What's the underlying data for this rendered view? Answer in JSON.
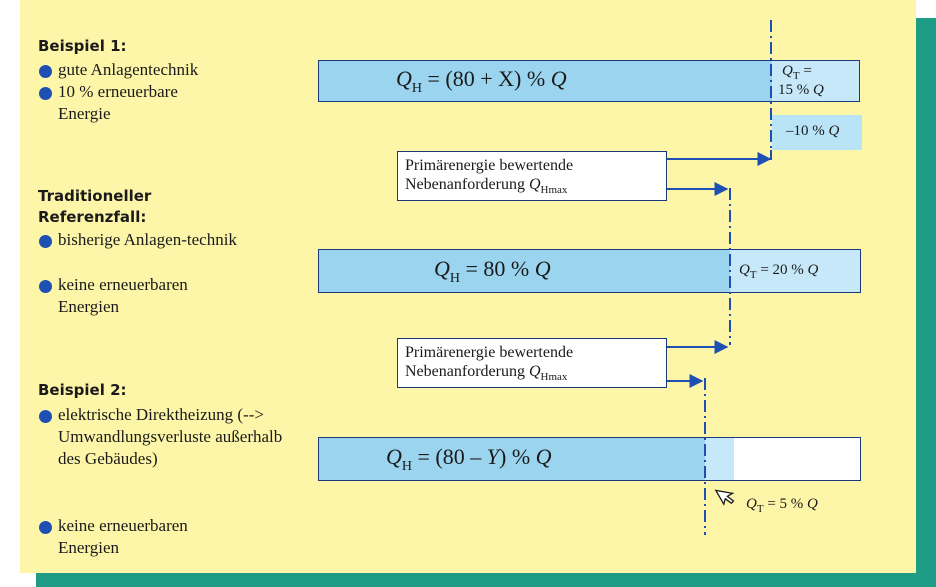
{
  "sections": [
    {
      "title": "Beispiel 1:",
      "items": [
        "gute Anlagentechnik",
        "10 % erneuerbare Energie"
      ]
    },
    {
      "title": "Traditioneller Referenzfall:",
      "items": [
        "bisherige Anlagen-technik",
        "keine erneuerbaren Energien"
      ]
    },
    {
      "title": "Beispiel 2:",
      "items": [
        "elektrische Direktheizung (--> Umwandlungsverluste außerhalb des Gebäudes)",
        "keine erneuerbaren Energien"
      ]
    }
  ],
  "bars": [
    {
      "q_sym": "Q",
      "q_sub": "H",
      "expr": " = (80 + X) % ",
      "q_end": "Q",
      "t_sym": "Q",
      "t_sub": "T",
      "t_eq": " =",
      "t_line2": "15 % ",
      "t_q": "Q",
      "renewable_text": "–10 % ",
      "renewable_q": "Q"
    },
    {
      "q_sym": "Q",
      "q_sub": "H",
      "expr": " = 80  %  ",
      "q_end": "Q",
      "t_sym": "Q",
      "t_sub": "T",
      "t_eq": " = 20 % ",
      "t_q": "Q"
    },
    {
      "q_sym": "Q",
      "q_sub": "H",
      "expr": " = (80 – ",
      "expr_y": "Y",
      "expr_end": ") % ",
      "q_end": "Q",
      "t_sym": "Q",
      "t_sub": "T",
      "t_eq": " = 5 % ",
      "t_q": "Q"
    }
  ],
  "callouts": [
    {
      "line1": "Primärenergie   bewertende",
      "line2": "Nebenanforderung ",
      "q_sym": "Q",
      "q_sub": "Hmax"
    },
    {
      "line1": "Primärenergie   bewertende",
      "line2": "Nebenanforderung ",
      "q_sym": "Q",
      "q_sub": "Hmax"
    }
  ],
  "colors": {
    "panel": "#fdf6a8",
    "accent_green": "#1e9c86",
    "bar_fill": "#9ad4ef",
    "bar_light": "#c6e8f8",
    "bar_border": "#1b3a7a",
    "arrow": "#1e50b4",
    "bullet": "#1e50b4"
  },
  "icons": {
    "bullet": "filled-circle",
    "cursor": "pointer-arrow-icon"
  }
}
